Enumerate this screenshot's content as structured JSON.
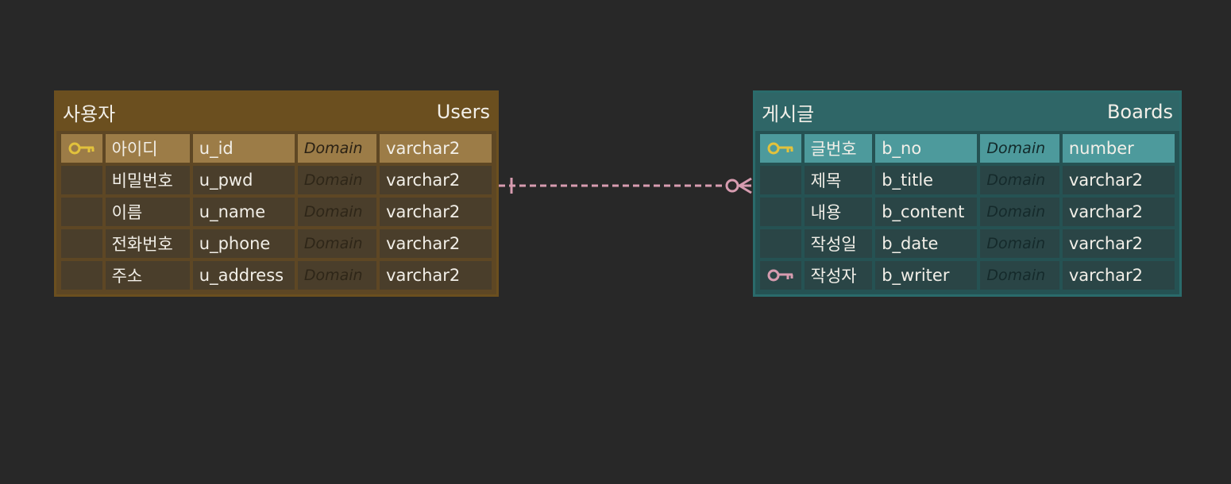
{
  "colors": {
    "pk_icon": "#e2c23c",
    "fk_icon": "#d79cb0",
    "relation": "#d79cb0"
  },
  "users": {
    "logical_name": "사용자",
    "physical_name": "Users",
    "columns": [
      {
        "key": "pk",
        "logical": "아이디",
        "physical": "u_id",
        "domain": "Domain",
        "type": "varchar2"
      },
      {
        "key": "",
        "logical": "비밀번호",
        "physical": "u_pwd",
        "domain": "Domain",
        "type": "varchar2"
      },
      {
        "key": "",
        "logical": "이름",
        "physical": "u_name",
        "domain": "Domain",
        "type": "varchar2"
      },
      {
        "key": "",
        "logical": "전화번호",
        "physical": "u_phone",
        "domain": "Domain",
        "type": "varchar2"
      },
      {
        "key": "",
        "logical": "주소",
        "physical": "u_address",
        "domain": "Domain",
        "type": "varchar2"
      }
    ]
  },
  "boards": {
    "logical_name": "게시글",
    "physical_name": "Boards",
    "columns": [
      {
        "key": "pk",
        "logical": "글번호",
        "physical": "b_no",
        "domain": "Domain",
        "type": "number"
      },
      {
        "key": "",
        "logical": "제목",
        "physical": "b_title",
        "domain": "Domain",
        "type": "varchar2"
      },
      {
        "key": "",
        "logical": "내용",
        "physical": "b_content",
        "domain": "Domain",
        "type": "varchar2"
      },
      {
        "key": "",
        "logical": "작성일",
        "physical": "b_date",
        "domain": "Domain",
        "type": "varchar2"
      },
      {
        "key": "fk",
        "logical": "작성자",
        "physical": "b_writer",
        "domain": "Domain",
        "type": "varchar2"
      }
    ]
  },
  "relationship": {
    "from": "users",
    "to": "boards",
    "from_cardinality": "one",
    "to_cardinality": "zero-or-many",
    "line_style": "dashed"
  }
}
